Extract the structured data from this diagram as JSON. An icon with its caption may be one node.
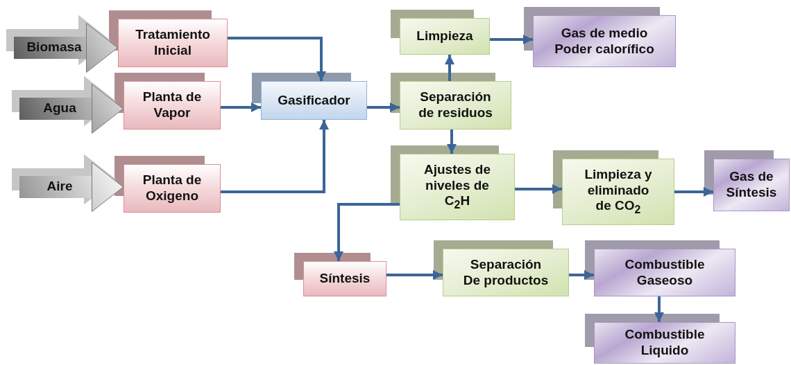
{
  "diagram": {
    "nodes": [
      {
        "text": [
          "Tratamiento Inicial"
        ]
      },
      {
        "text": [
          "Planta de Vapor"
        ]
      },
      {
        "text": [
          "Planta de Oxigeno"
        ]
      },
      {
        "text": [
          "Gasificador"
        ]
      },
      {
        "text": [
          "Limpieza"
        ]
      },
      {
        "text": [
          "Gas de medio Poder calorífico"
        ]
      },
      {
        "text": [
          "Separación de residuos"
        ]
      },
      {
        "text": [
          "Ajustes de niveles de C$_{2}$H"
        ]
      },
      {
        "text": [
          "Limpieza y eliminado de CO$_{2}$"
        ]
      },
      {
        "text": [
          "Gas de Síntesis"
        ]
      },
      {
        "text": [
          "Síntesis"
        ]
      },
      {
        "text": [
          "Separación De productos"
        ]
      },
      {
        "text": [
          "Combustible Gaseoso"
        ]
      },
      {
        "text": [
          "Combustible Liquido"
        ]
      }
    ],
    "edges": [
      {
        "from": null,
        "to": 0,
        "arrow": "to",
        "label": "Biomasa",
        "style": "thick",
        "color": "#808080"
      },
      {
        "from": null,
        "to": 1,
        "arrow": "to",
        "label": "Agua",
        "style": "thick",
        "color": "#808080"
      },
      {
        "from": null,
        "to": 2,
        "arrow": "to",
        "label": "Aire",
        "style": "thick",
        "color": "#d4d4d4"
      },
      {
        "from": 0,
        "to": 3,
        "arrow": "to"
      },
      {
        "from": 1,
        "to": 3,
        "arrow": "to"
      },
      {
        "from": 2,
        "to": 3,
        "arrow": "to"
      },
      {
        "from": 3,
        "to": 6,
        "arrow": "to"
      },
      {
        "from": 6,
        "to": 4,
        "arrow": "to"
      },
      {
        "from": 4,
        "to": 5,
        "arrow": "to"
      },
      {
        "from": 6,
        "to": 7,
        "arrow": "to"
      },
      {
        "from": 7,
        "to": 8,
        "arrow": "to"
      },
      {
        "from": 8,
        "to": 9,
        "arrow": "to"
      },
      {
        "from": 7,
        "to": 10,
        "arrow": "to"
      },
      {
        "from": 10,
        "to": 11,
        "arrow": "to"
      },
      {
        "from": 11,
        "to": 12,
        "arrow": "to"
      },
      {
        "from": 12,
        "to": 13,
        "arrow": "to"
      }
    ]
  }
}
